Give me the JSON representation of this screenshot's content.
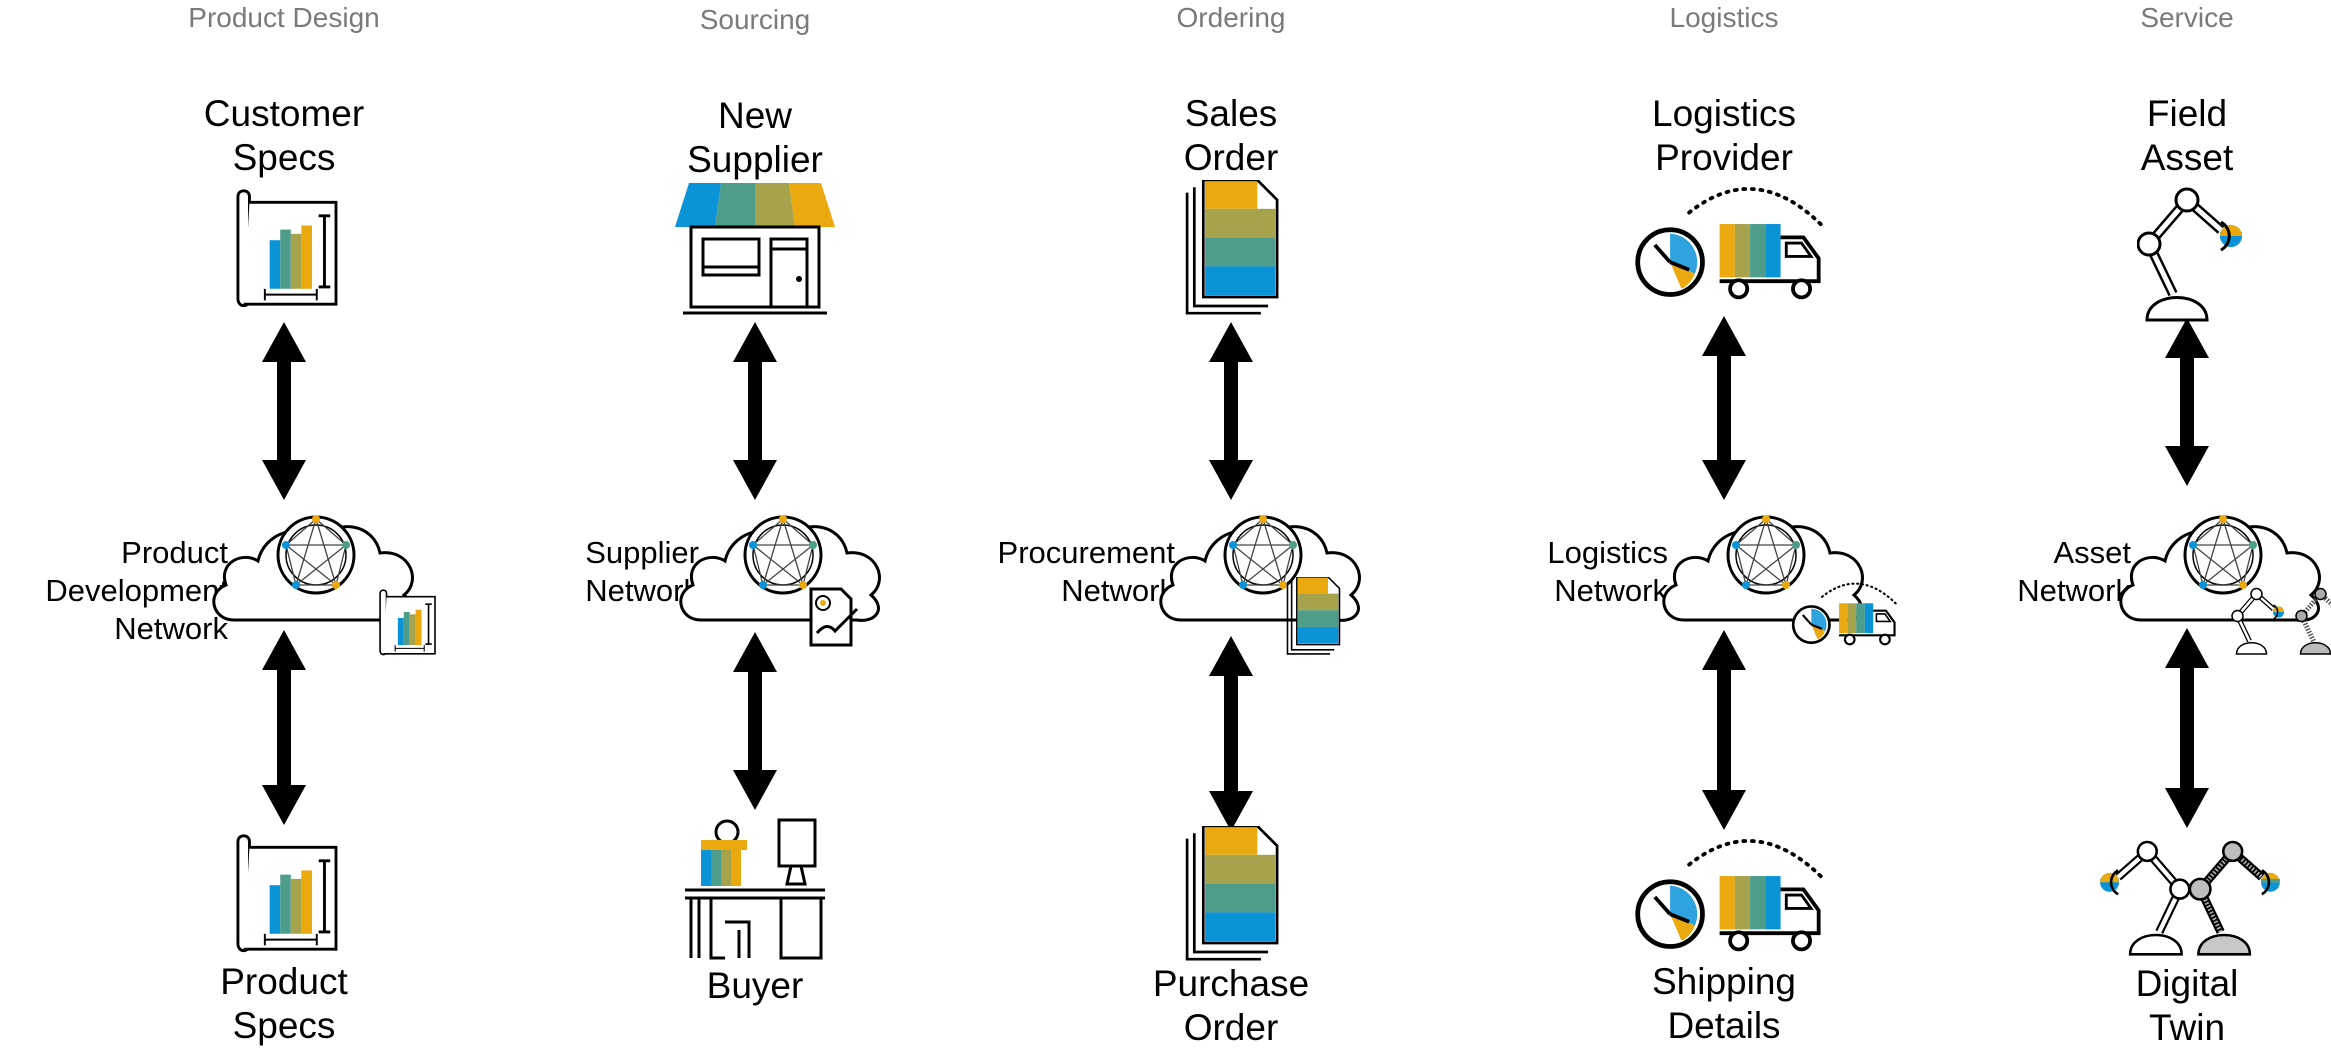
{
  "columns": [
    {
      "stage": "Product Design",
      "top": "Customer\nSpecs",
      "network": "Product\nDevelopment\nNetwork",
      "bottom": "Product\nSpecs",
      "top_icon": "blueprint-chart-icon",
      "bottom_icon": "blueprint-chart-icon"
    },
    {
      "stage": "Sourcing",
      "top": "New\nSupplier",
      "network": "Supplier\nNetwork",
      "bottom": "Buyer",
      "top_icon": "storefront-icon",
      "bottom_icon": "buyer-desk-icon"
    },
    {
      "stage": "Ordering",
      "top": "Sales\nOrder",
      "network": "Procurement\nNetwork",
      "bottom": "Purchase\nOrder",
      "top_icon": "document-stack-icon",
      "bottom_icon": "document-stack-icon"
    },
    {
      "stage": "Logistics",
      "top": "Logistics\nProvider",
      "network": "Logistics\nNetwork",
      "bottom": "Shipping\nDetails",
      "top_icon": "clock-truck-icon",
      "bottom_icon": "clock-truck-icon"
    },
    {
      "stage": "Service",
      "top": "Field\nAsset",
      "network": "Asset\nNetwork",
      "bottom": "Digital\nTwin",
      "top_icon": "robot-arm-icon",
      "bottom_icon": "robot-arms-pair-icon"
    }
  ],
  "colors": {
    "blue": "#0a93d7",
    "teal": "#4e9c8a",
    "olive": "#a7a24c",
    "gold": "#eaa90f",
    "stage_gray": "#7a7a7a",
    "line": "#000000"
  },
  "icons": {
    "network": "cloud-globe-icon",
    "arrow": "double-arrow-icon"
  }
}
